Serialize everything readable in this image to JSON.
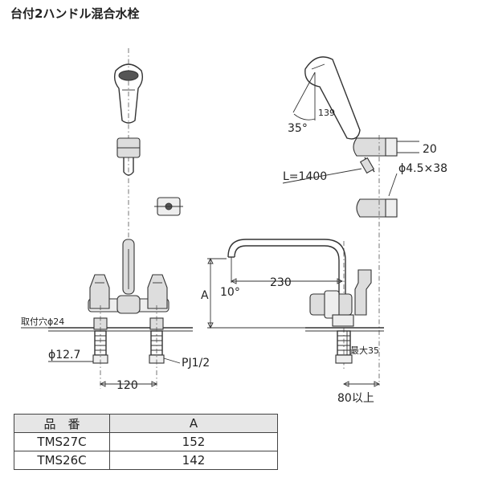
{
  "title": "台付2ハンドル混合水栓",
  "labels": {
    "mount_hole": "取付穴ϕ24",
    "pipe_dia": "ϕ12.7",
    "thread": "PJ1/2",
    "spacing": "120",
    "angle_35": "35°",
    "dim_139": "139",
    "dim_20": "20",
    "hose_length": "L=1400",
    "screw": "ϕ4.5×38",
    "dim_a": "A",
    "spout_angle": "10°",
    "spout_reach": "230",
    "max_35": "最大35",
    "min_80": "80以上"
  },
  "table": {
    "headers": [
      "品　番",
      "A"
    ],
    "rows": [
      [
        "TMS27C",
        "152"
      ],
      [
        "TMS26C",
        "142"
      ]
    ]
  }
}
